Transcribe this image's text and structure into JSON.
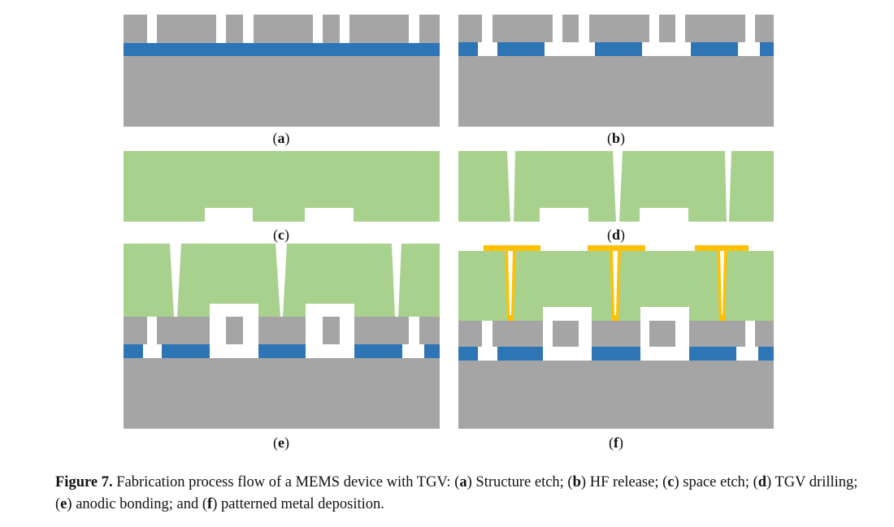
{
  "panels": [
    {
      "label": "a",
      "caption": "Structure etch"
    },
    {
      "label": "b",
      "caption": "HF release"
    },
    {
      "label": "c",
      "caption": "space etch"
    },
    {
      "label": "d",
      "caption": "TGV drilling"
    },
    {
      "label": "e",
      "caption": "anodic bonding"
    },
    {
      "label": "f",
      "caption": "patterned metal deposition"
    }
  ],
  "caption": {
    "figure_label": "Figure 7.",
    "text": "Fabrication process flow of a MEMS device with TGV:"
  },
  "colors": {
    "silicon": "#a5a5a5",
    "oxide": "#2e75b6",
    "glass": "#a9d18e",
    "metal": "#ffc000"
  }
}
